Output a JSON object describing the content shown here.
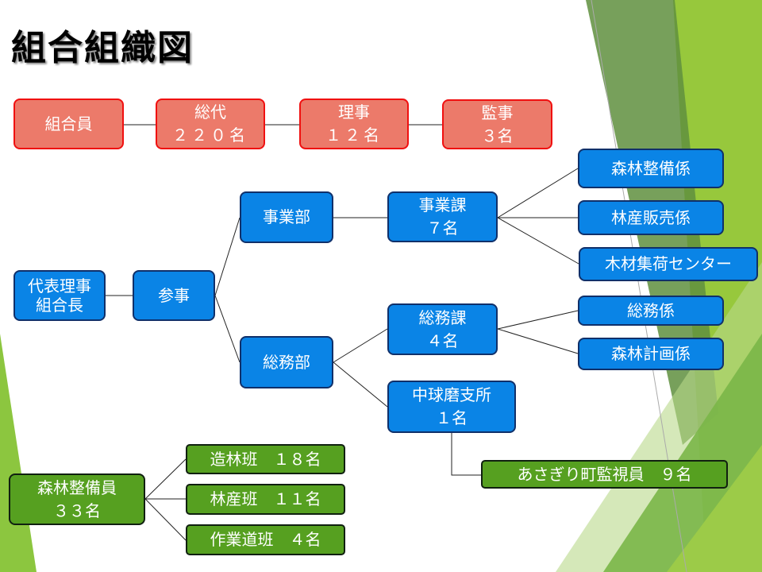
{
  "title": "組合組織図",
  "colors": {
    "red_box": "#ec7a6a",
    "blue_box": "#0a84e6",
    "green_box": "#56a020"
  },
  "governance": [
    {
      "lines": [
        "組合員"
      ]
    },
    {
      "lines": [
        "総代",
        "２２０名"
      ]
    },
    {
      "lines": [
        "理事",
        "１２名"
      ]
    },
    {
      "lines": [
        "監事",
        "３名"
      ]
    }
  ],
  "executive": {
    "president": [
      "代表理事",
      "組合長"
    ],
    "sanji": "参事"
  },
  "business_dept": {
    "name": "事業部",
    "section": [
      "事業課",
      "７名"
    ],
    "units": [
      "森林整備係",
      "林産販売係",
      "木材集荷センター"
    ]
  },
  "general_dept": {
    "name": "総務部",
    "section": [
      "総務課",
      "４名"
    ],
    "units": [
      "総務係",
      "森林計画係"
    ],
    "branch": [
      "中球磨支所",
      "１名"
    ],
    "monitor": "あさぎり町監視員　９名"
  },
  "forest_workers": {
    "name": [
      "森林整備員",
      "３３名"
    ],
    "teams": [
      "造林班　１８名",
      "林産班　１１名",
      "作業道班　４名"
    ]
  }
}
